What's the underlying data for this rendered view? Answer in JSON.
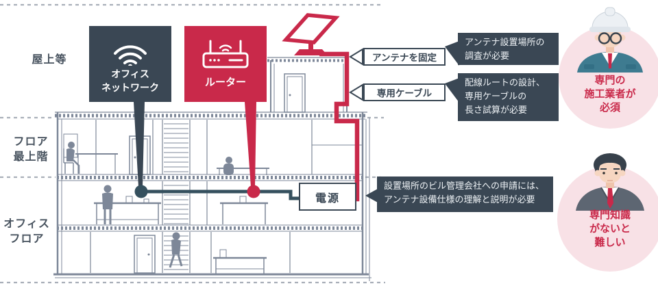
{
  "palette": {
    "crimson": "#C9294A",
    "slate": "#3A4754",
    "building_line": "#7D8798",
    "connector_teal": "#35505E",
    "pink_circle": "#F8E1E6",
    "dash_gray": "#A9AFB9"
  },
  "floor_labels": [
    {
      "lines": [
        "屋上等"
      ]
    },
    {
      "lines": [
        "フロア",
        "最上階"
      ]
    },
    {
      "lines": [
        "オフィス",
        "フロア"
      ]
    }
  ],
  "network_box": {
    "icon": "wifi-icon",
    "lines": [
      "オフィス",
      "ネットワーク"
    ]
  },
  "router_box": {
    "icon": "router-icon",
    "label": "ルーター"
  },
  "power_box": {
    "label": "電源"
  },
  "callouts": [
    {
      "label": "アンテナを固定"
    },
    {
      "label": "専用ケーブル"
    }
  ],
  "notes": [
    {
      "lines": [
        "アンテナ設置場所の",
        "調査が必要"
      ]
    },
    {
      "lines": [
        "配線ルートの設計、",
        "専用ケーブルの",
        "長さ試算が必要"
      ]
    },
    {
      "lines": [
        "設置場所のビル管理会社への申請には、",
        "アンテナ設備仕様の理解と説明が必要"
      ]
    }
  ],
  "personas": [
    {
      "role": "construction-worker",
      "lines": [
        "専門の",
        "施工業者が",
        "必須"
      ]
    },
    {
      "role": "business-person",
      "lines": [
        "専門知識",
        "がないと",
        "難しい"
      ]
    }
  ]
}
